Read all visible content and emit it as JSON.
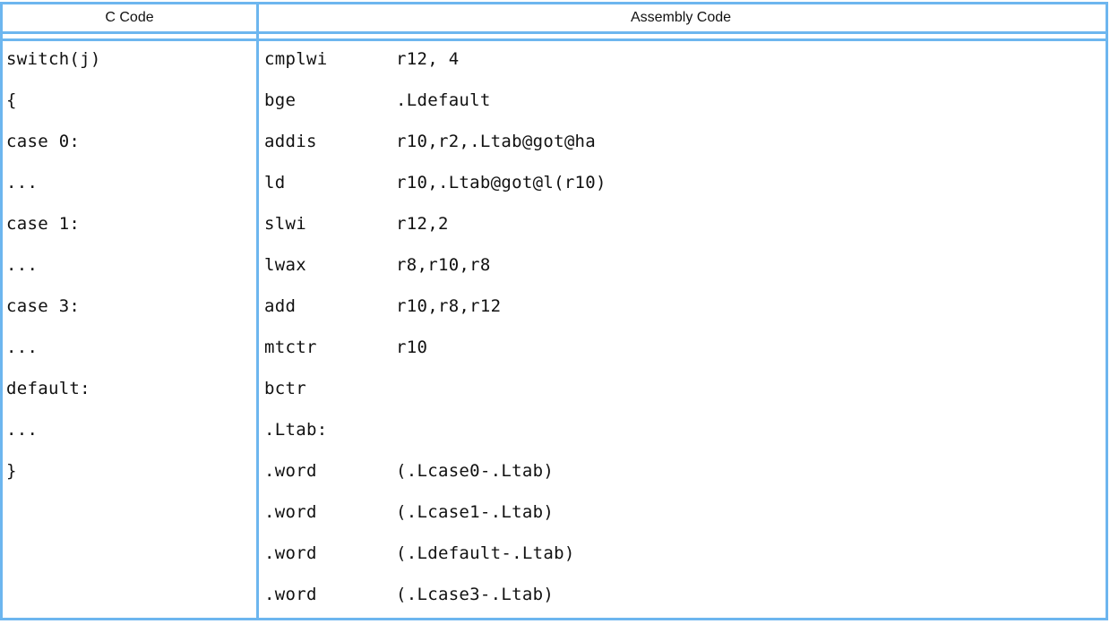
{
  "colors": {
    "border": "#6DB6EF",
    "text": "#111111",
    "background": "#FFFFFF"
  },
  "table": {
    "headers": {
      "c": "C Code",
      "assembly": "Assembly Code"
    },
    "rows": [
      {
        "c": "switch(j)",
        "mnemonic": "cmplwi",
        "operands": "r12, 4"
      },
      {
        "c": "{",
        "mnemonic": "bge",
        "operands": ".Ldefault"
      },
      {
        "c": "case 0:",
        "mnemonic": "addis",
        "operands": "r10,r2,.Ltab@got@ha"
      },
      {
        "c": "...",
        "mnemonic": "ld",
        "operands": "r10,.Ltab@got@l(r10)"
      },
      {
        "c": "case 1:",
        "mnemonic": "slwi",
        "operands": "r12,2"
      },
      {
        "c": "...",
        "mnemonic": "lwax",
        "operands": "r8,r10,r8"
      },
      {
        "c": "case 3:",
        "mnemonic": "add",
        "operands": "r10,r8,r12"
      },
      {
        "c": "...",
        "mnemonic": "mtctr",
        "operands": "r10"
      },
      {
        "c": "default:",
        "mnemonic": "bctr",
        "operands": ""
      },
      {
        "c": "...",
        "mnemonic": ".Ltab:",
        "operands": ""
      },
      {
        "c": "}",
        "mnemonic": ".word",
        "operands": "(.Lcase0-.Ltab)"
      },
      {
        "c": "",
        "mnemonic": ".word",
        "operands": "(.Lcase1-.Ltab)"
      },
      {
        "c": "",
        "mnemonic": ".word",
        "operands": "(.Ldefault-.Ltab)"
      },
      {
        "c": "",
        "mnemonic": ".word",
        "operands": "(.Lcase3-.Ltab)"
      }
    ]
  }
}
